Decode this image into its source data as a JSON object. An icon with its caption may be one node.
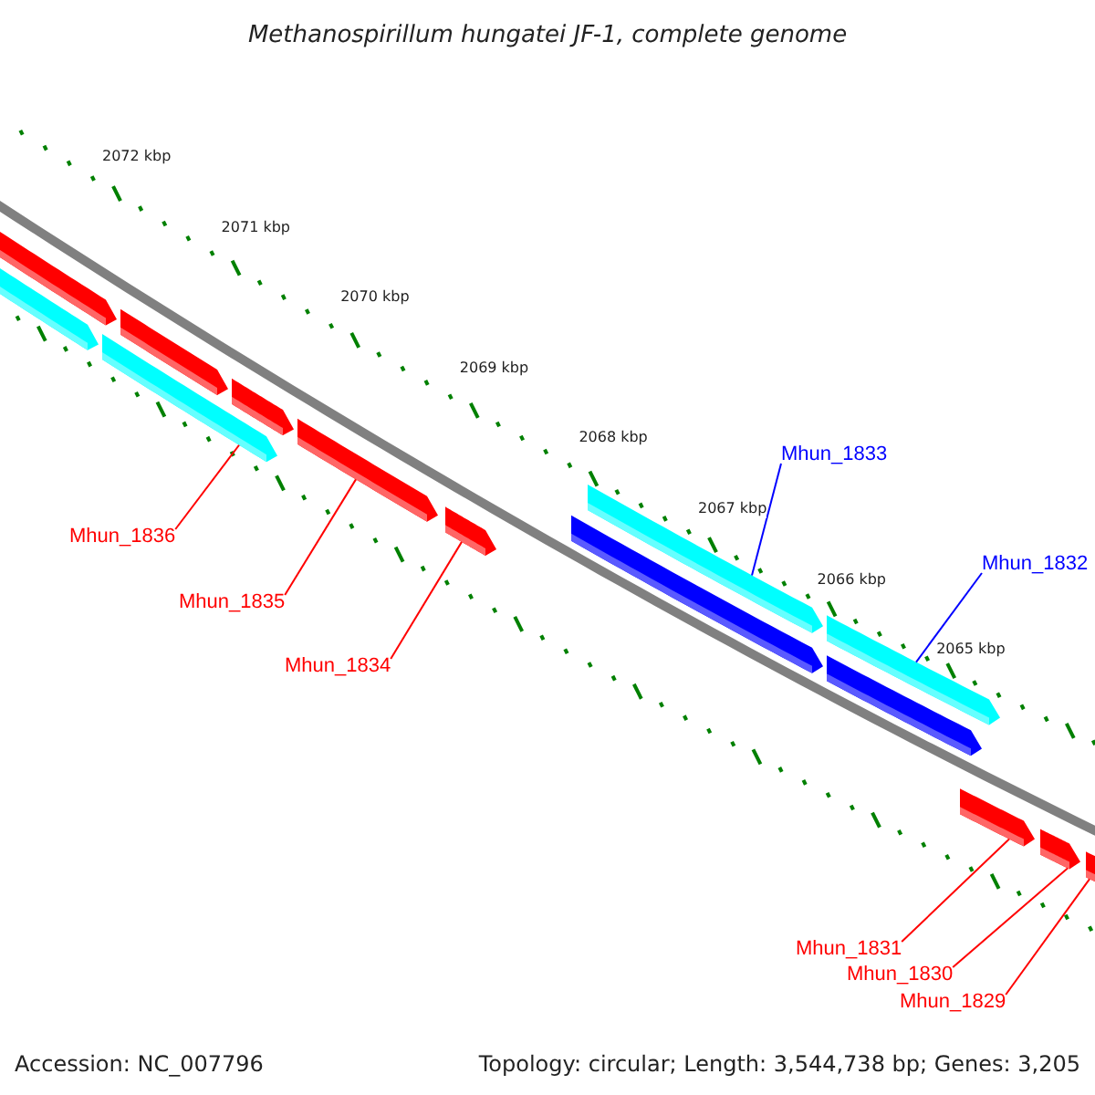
{
  "diagram": {
    "title": "Methanospirillum hungatei JF-1, complete genome",
    "nodes": [
      {
        "text": [
          "Mhun_1836"
        ]
      },
      {
        "text": [
          "Mhun_1835"
        ]
      },
      {
        "text": [
          "Mhun_1834"
        ]
      },
      {
        "text": [
          "Mhun_1833"
        ]
      },
      {
        "text": [
          "Mhun_1832"
        ]
      },
      {
        "text": [
          "Mhun_1831"
        ]
      },
      {
        "text": [
          "Mhun_1830"
        ]
      },
      {
        "text": [
          "Mhun_1829"
        ]
      },
      {
        "text": [],
        "shape": "bar"
      },
      {
        "text": [],
        "shape": "bar"
      },
      {
        "text": [],
        "shape": "bar"
      },
      {
        "text": [],
        "shape": "bar"
      },
      {
        "text": [],
        "shape": "bar"
      },
      {
        "text": [],
        "shape": "bar"
      },
      {
        "text": [],
        "shape": "bar"
      },
      {
        "text": [],
        "shape": "bar"
      },
      {
        "text": [],
        "shape": "bar"
      },
      {
        "text": [],
        "shape": "bar"
      },
      {
        "text": [],
        "shape": "bar"
      },
      {
        "text": [],
        "shape": "bar"
      },
      {
        "text": [],
        "shape": "bar"
      },
      {
        "text": [],
        "shape": "bar"
      }
    ],
    "edges": [
      {
        "from": 0,
        "to": 14,
        "arrow": "none"
      },
      {
        "from": 1,
        "to": 11,
        "arrow": "none"
      },
      {
        "from": 2,
        "to": 12,
        "arrow": "none"
      },
      {
        "from": 3,
        "to": 15,
        "arrow": "none",
        "color": "#0000ff"
      },
      {
        "from": 4,
        "to": 16,
        "arrow": "none",
        "color": "#0000ff"
      },
      {
        "from": 5,
        "to": 19,
        "arrow": "none"
      },
      {
        "from": 6,
        "to": 20,
        "arrow": "none"
      },
      {
        "from": 7,
        "to": 21,
        "arrow": "none"
      }
    ],
    "labels": [
      "2072 kbp",
      "2071 kbp",
      "2070 kbp",
      "2069 kbp",
      "2068 kbp",
      "2067 kbp",
      "2066 kbp",
      "2065 kbp",
      "Accession: NC_007796",
      "Topology: circular; Length: 3,544,738 bp; Genes: 3,205"
    ]
  }
}
